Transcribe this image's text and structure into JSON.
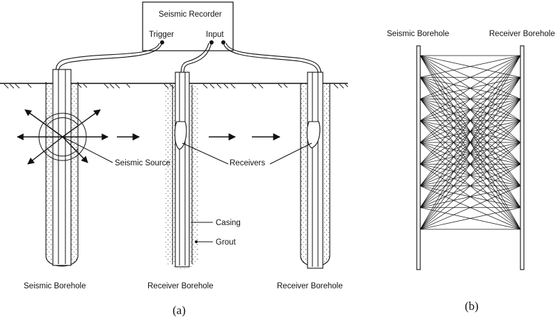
{
  "panel_a": {
    "recorder": {
      "title": "Seismic Recorder",
      "trigger": "Trigger",
      "input": "Input"
    },
    "labels": {
      "seismic_source": "Seismic Source",
      "receivers": "Receivers",
      "casing": "Casing",
      "grout": "Grout"
    },
    "boreholes": [
      "Seismic Borehole",
      "Receiver Borehole",
      "Receiver Borehole"
    ],
    "caption": "(a)"
  },
  "panel_b": {
    "left_label": "Seismic Borehole",
    "right_label": "Receiver Borehole",
    "caption": "(b)",
    "source_count": 9,
    "receiver_count": 9
  }
}
